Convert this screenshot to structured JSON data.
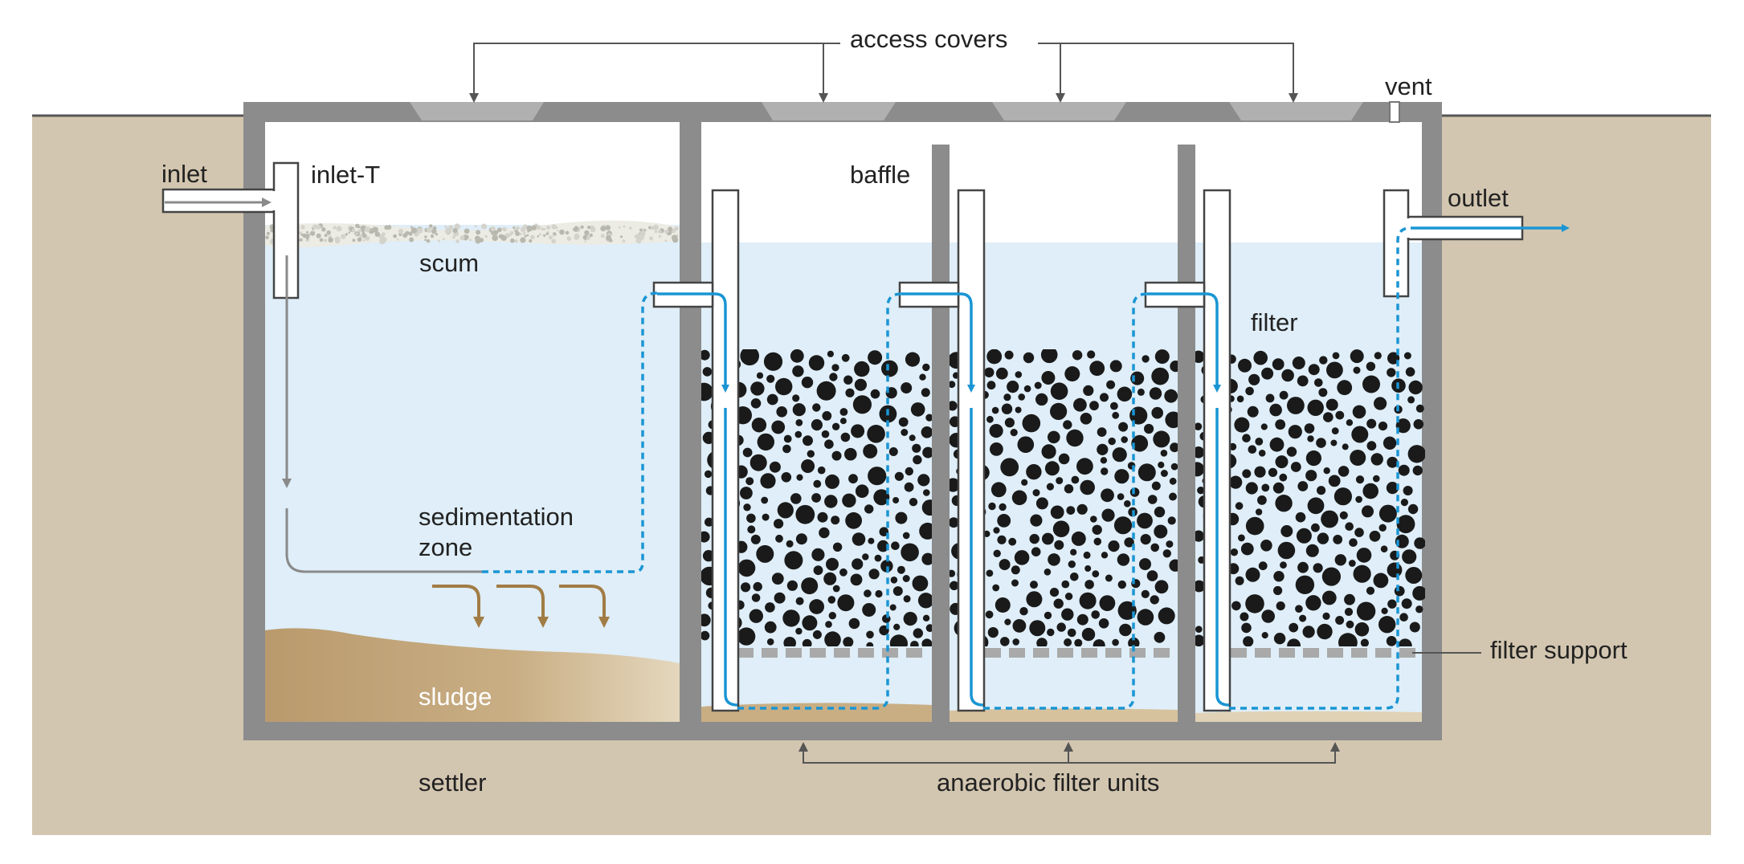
{
  "labels": {
    "access_covers": "access covers",
    "vent": "vent",
    "inlet": "inlet",
    "inlet_t": "inlet-T",
    "baffle": "baffle",
    "outlet": "outlet",
    "scum": "scum",
    "filter": "filter",
    "sedimentation_line1": "sedimentation",
    "sedimentation_line2": "zone",
    "filter_support": "filter support",
    "sludge": "sludge",
    "settler": "settler",
    "anaerobic_filter_units": "anaerobic filter units"
  },
  "colors": {
    "ground": "#d3c6b0",
    "tank_wall": "#8c8c8c",
    "water": "#dfeef8",
    "sludge": "#c2a478",
    "flow_blue": "#1a95d4",
    "filter_media": "#1a1a1a",
    "flow_grey": "#8a8a8a",
    "settling_arrow": "#a17c45"
  }
}
